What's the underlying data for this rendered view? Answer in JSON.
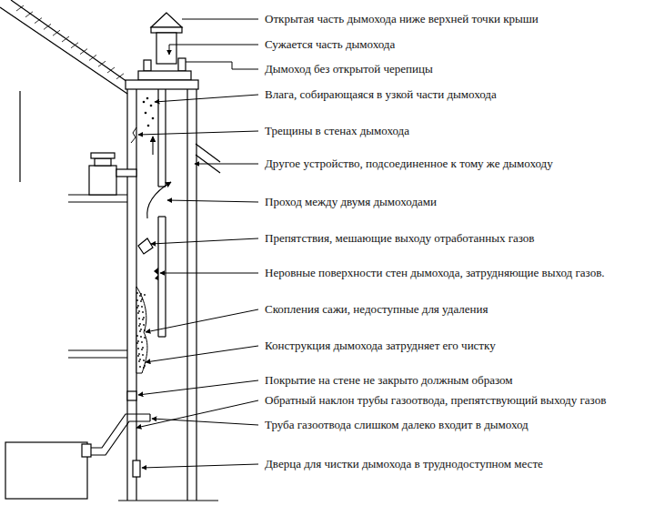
{
  "diagram": {
    "labels": [
      "Открытая часть дымохода ниже верхней точки крыши",
      "Сужается часть дымохода",
      "Дымоход без открытой черепицы",
      "Влага, собирающаяся в узкой части дымохода",
      "Трещины в стенах дымохода",
      "Другое устройство, подсоединенное к тому же дымоходу",
      "Проход между двумя дымоходами",
      "Препятствия, мешающие выходу отработанных газов",
      "Неровные поверхности стен дымохода, затрудняющие выход газов.",
      "Скопления сажи, недоступные для удаления",
      "Конструкция дымохода затрудняет его чистку",
      "Покрытие на стене не закрыто должным образом",
      "Обратный наклон трубы газоотвода, препятствующий выходу газов",
      "Труба газоотвода слишком далеко входит в дымоход",
      "Дверца для чистки дымохода в труднодоступном месте"
    ]
  }
}
